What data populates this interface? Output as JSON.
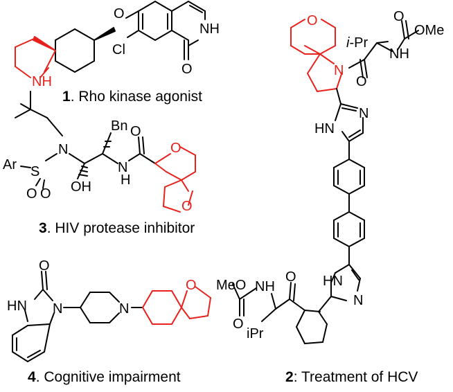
{
  "colors": {
    "bond": "#000000",
    "highlight": "#e8211c"
  },
  "atoms": {
    "O": "O",
    "N": "N",
    "NH": "NH",
    "HN": "HN",
    "Cl": "Cl",
    "S": "S",
    "OH": "OH",
    "Ar": "Ar",
    "Bn": "Bn",
    "H": "H",
    "iPr_italic": "i",
    "iPr_rest": "-Pr",
    "iPr": "iPr",
    "OMe": "OMe",
    "MeO": "MeO"
  },
  "captions": {
    "c1": {
      "num": "1",
      "text": ". Rho kinase agonist"
    },
    "c2": {
      "num": "2",
      "text": ": Treatment of HCV"
    },
    "c3": {
      "num": "3",
      "text": ". HIV protease inhibitor"
    },
    "c4": {
      "num": "4",
      "text": ". Cognitive impairment"
    }
  }
}
